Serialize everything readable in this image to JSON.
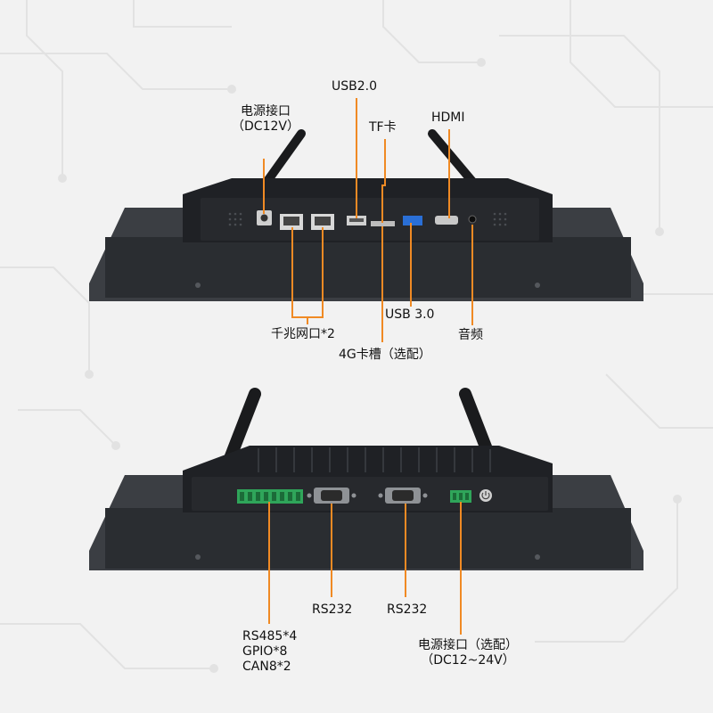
{
  "top_view": {
    "labels": {
      "power": [
        "电源接口",
        "（DC12V）"
      ],
      "usb2": "USB2.0",
      "tf": "TF卡",
      "hdmi": "HDMI",
      "lan": "千兆网口*2",
      "usb3": "USB 3.0",
      "audio": "音频",
      "slot4g": "4G卡槽（选配）"
    }
  },
  "bottom_view": {
    "labels": {
      "io_block": [
        "RS485*4",
        "GPIO*8",
        "CAN8*2"
      ],
      "com1": "RS232",
      "com2": "RS232",
      "power_opt": [
        "电源接口（选配）",
        "（DC12~24V）"
      ]
    }
  },
  "colors": {
    "callout": "#f08a24",
    "chassis": "#2a2d31",
    "background": "#f2f2f2",
    "terminal": "#2fa55a",
    "usb3_port": "#2a6fd6"
  },
  "icons": [
    "antenna-icon",
    "power-button-icon",
    "rj45-port-icon",
    "db9-port-icon"
  ]
}
